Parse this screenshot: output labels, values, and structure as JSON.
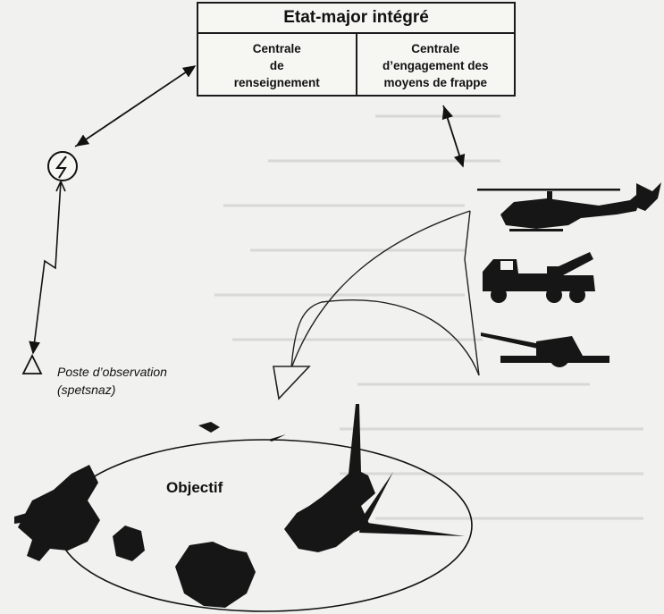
{
  "headquarters": {
    "title": "Etat-major intégré",
    "left_cell": "Centrale\nde\nrenseignement",
    "right_cell": "Centrale\nd’engagement des\nmoyens de frappe"
  },
  "observation_post": {
    "label_line1": "Poste d’observation",
    "label_line2": "(spetsnaz)"
  },
  "objective": {
    "label": "Objectif"
  },
  "icons": {
    "radio": "lightning-radio-icon",
    "antenna": "observation-antenna-icon",
    "helicopter": "attack-helicopter-icon",
    "rocket_launcher": "rocket-launcher-truck-icon",
    "artillery": "towed-artillery-icon"
  },
  "colors": {
    "ink": "#111111",
    "background": "#f1f1ef",
    "silhouette": "#161616"
  }
}
